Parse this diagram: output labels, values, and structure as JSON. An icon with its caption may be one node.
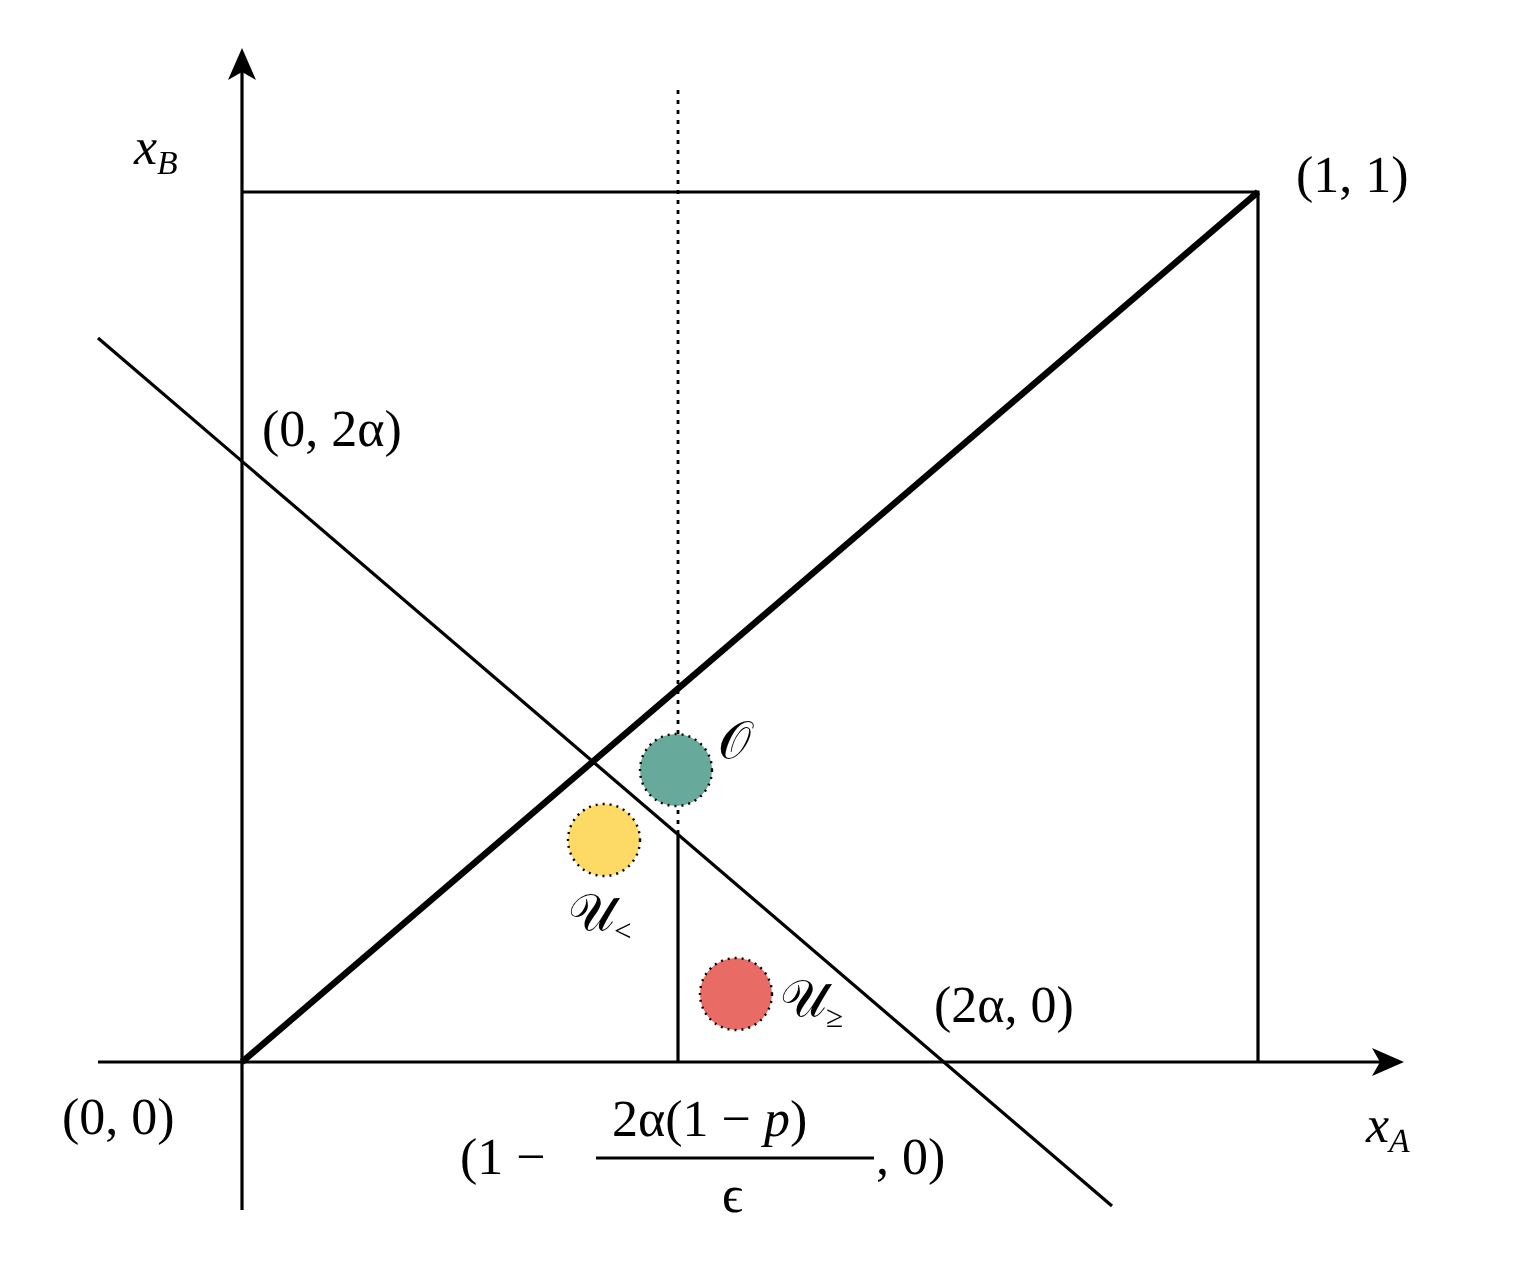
{
  "diagram": {
    "nodes": [
      {
        "text": [],
        "shape": "circle",
        "beside": [
          "𝒪"
        ]
      },
      {
        "text": [],
        "shape": "circle",
        "beside": [
          "𝒰$_{<}$"
        ]
      },
      {
        "text": [],
        "shape": "circle",
        "beside": [
          "𝒰$_{≥}$"
        ]
      }
    ],
    "labels": [
      "x$_{B}$",
      "(1, 1)",
      "(0, 2α)",
      "(2α, 0)",
      "(0, 0)",
      "x$_{A}$",
      "(1 −",
      "2α(1 − *p*)",
      "ϵ",
      ", 0)"
    ]
  }
}
